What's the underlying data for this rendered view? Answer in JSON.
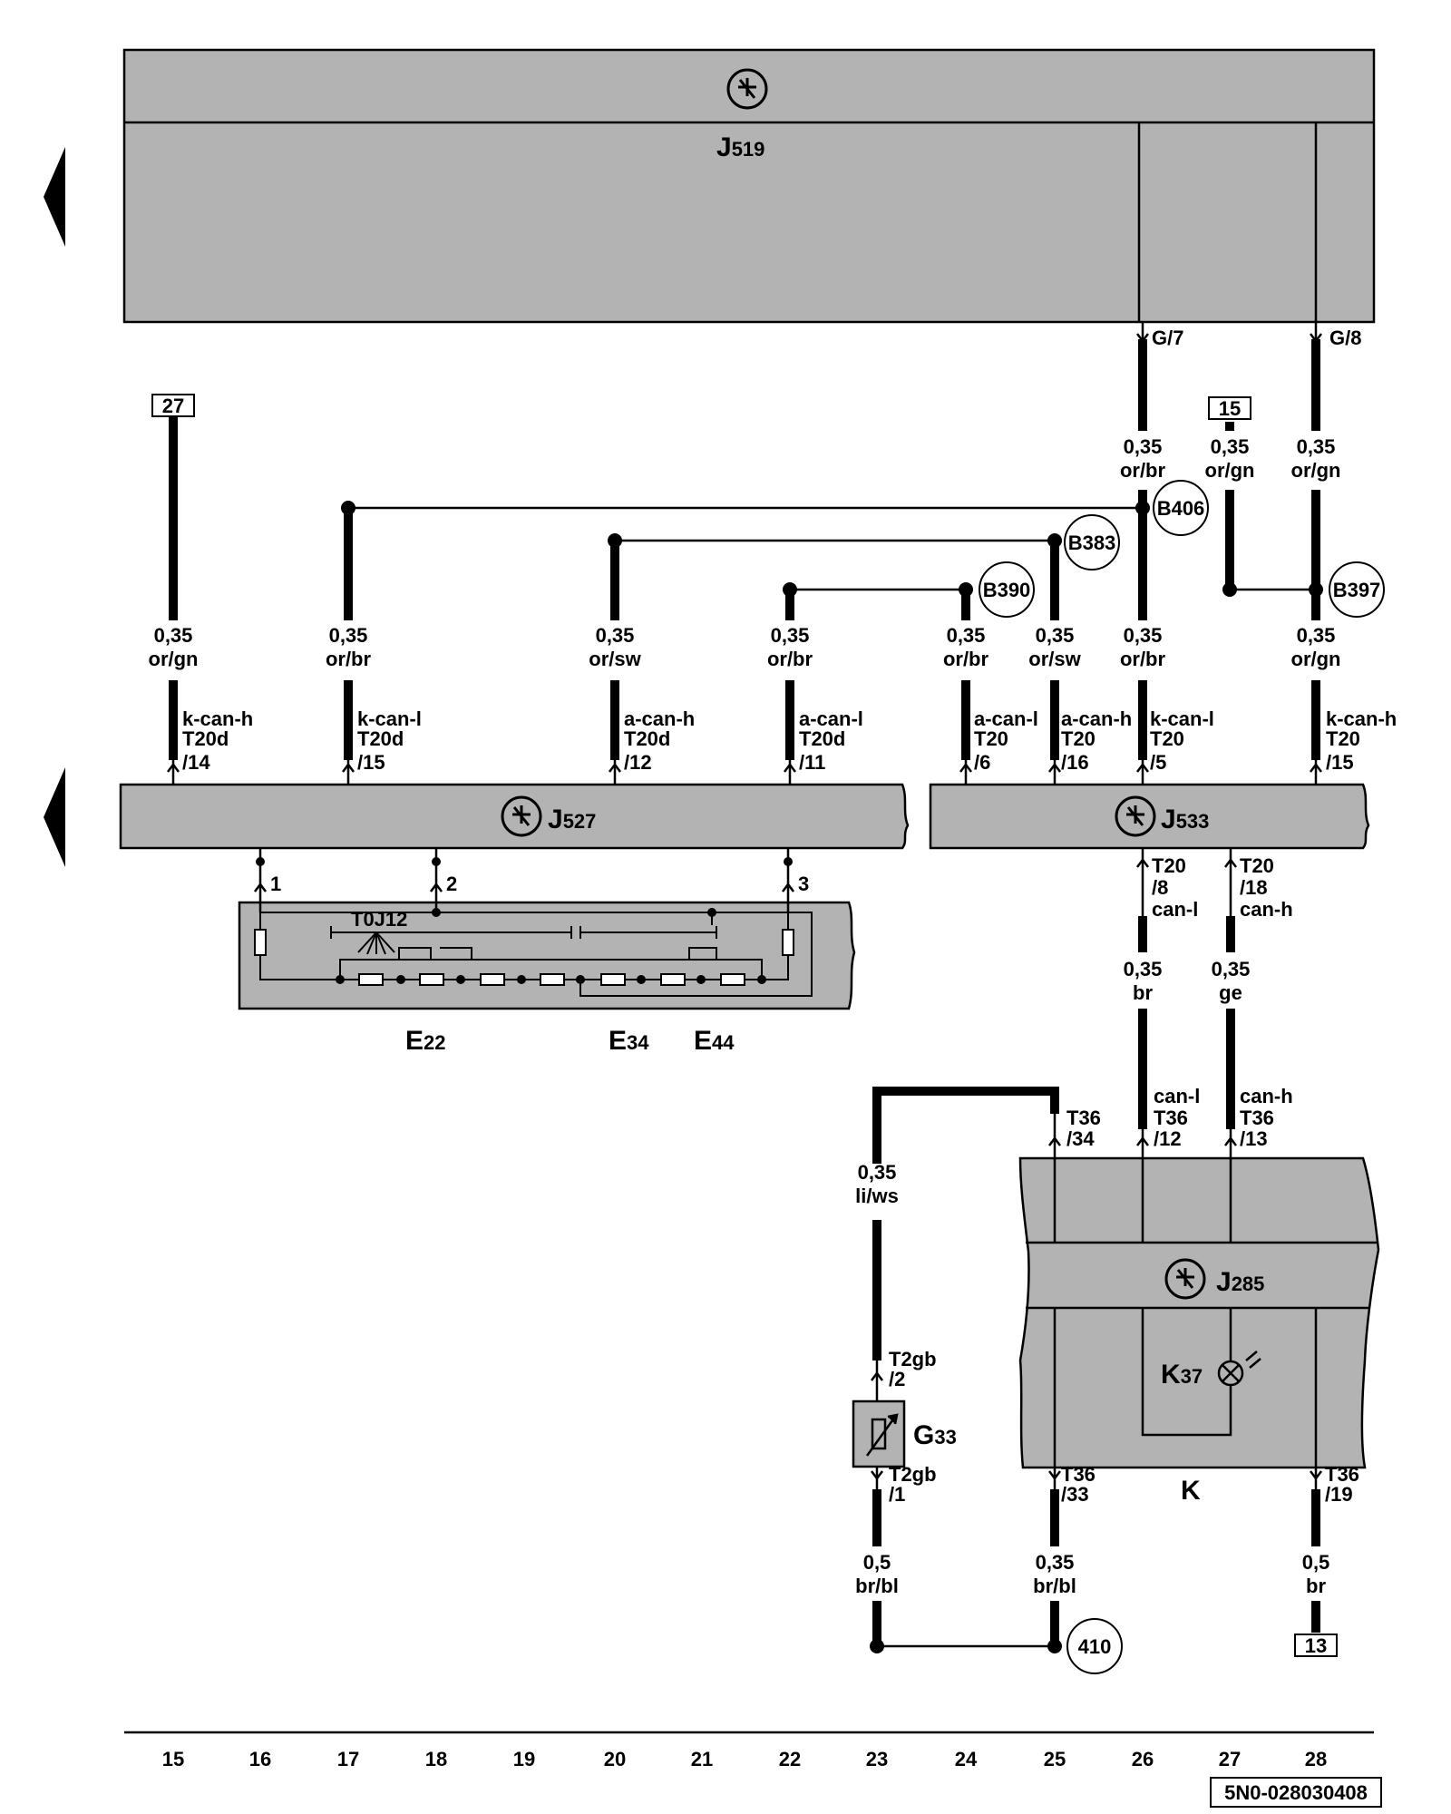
{
  "modules": {
    "j519": {
      "letter": "J",
      "sub": "519"
    },
    "j527": {
      "letter": "J",
      "sub": "527"
    },
    "j533": {
      "letter": "J",
      "sub": "533"
    },
    "j285": {
      "letter": "J",
      "sub": "285"
    },
    "k37": {
      "letter": "K",
      "sub": "37"
    },
    "k": "K",
    "g33": {
      "letter": "G",
      "sub": "33"
    },
    "e22": {
      "letter": "E",
      "sub": "22"
    },
    "e34": {
      "letter": "E",
      "sub": "34"
    },
    "e44": {
      "letter": "E",
      "sub": "44"
    }
  },
  "connector_t0j12": "T0J12",
  "terminals": {
    "t27": "27",
    "t15": "15",
    "t13": "13"
  },
  "splices": {
    "b406": "B406",
    "b383": "B383",
    "b390": "B390",
    "b397": "B397",
    "s410": "410"
  },
  "pins": {
    "g7": "G/7",
    "g8": "G/8",
    "e_pin1": "1",
    "e_pin2": "2",
    "e_pin3": "3"
  },
  "wires": {
    "w1": {
      "size": "0,35",
      "color": "or/gn"
    },
    "w2": {
      "size": "0,35",
      "color": "or/br"
    },
    "w3": {
      "size": "0,35",
      "color": "or/sw"
    },
    "w4": {
      "size": "0,35",
      "color": "or/br"
    },
    "w5": {
      "size": "0,35",
      "color": "or/br"
    },
    "w6": {
      "size": "0,35",
      "color": "or/sw"
    },
    "w7": {
      "size": "0,35",
      "color": "or/br"
    },
    "w8": {
      "size": "0,35",
      "color": "or/gn"
    },
    "w9": {
      "size": "0,35",
      "color": "or/br"
    },
    "w10": {
      "size": "0,35",
      "color": "or/gn"
    },
    "w11": {
      "size": "0,35",
      "color": "or/gn"
    },
    "w12": {
      "size": "0,35",
      "color": "br"
    },
    "w13": {
      "size": "0,35",
      "color": "ge"
    },
    "w14": {
      "size": "0,35",
      "color": "li/ws"
    },
    "w15": {
      "size": "0,5",
      "color": "br/bl"
    },
    "w16": {
      "size": "0,35",
      "color": "br/bl"
    },
    "w17": {
      "size": "0,5",
      "color": "br"
    }
  },
  "connectors": {
    "c1": {
      "sig": "k-can-h",
      "conn": "T20d",
      "pin": "/14"
    },
    "c2": {
      "sig": "k-can-l",
      "conn": "T20d",
      "pin": "/15"
    },
    "c3": {
      "sig": "a-can-h",
      "conn": "T20d",
      "pin": "/12"
    },
    "c4": {
      "sig": "a-can-l",
      "conn": "T20d",
      "pin": "/11"
    },
    "c5": {
      "sig": "a-can-l",
      "conn": "T20",
      "pin": "/6"
    },
    "c6": {
      "sig": "a-can-h",
      "conn": "T20",
      "pin": "/16"
    },
    "c7": {
      "sig": "k-can-l",
      "conn": "T20",
      "pin": "/5"
    },
    "c8": {
      "sig": "k-can-h",
      "conn": "T20",
      "pin": "/15"
    },
    "c9": {
      "conn": "T20",
      "pin": "/8",
      "sig": "can-l"
    },
    "c10": {
      "conn": "T20",
      "pin": "/18",
      "sig": "can-h"
    },
    "c11": {
      "conn": "T36",
      "pin": "/34"
    },
    "c12": {
      "sig": "can-l",
      "conn": "T36",
      "pin": "/12"
    },
    "c13": {
      "sig": "can-h",
      "conn": "T36",
      "pin": "/13"
    },
    "c14": {
      "conn": "T2gb",
      "pin": "/2"
    },
    "c15": {
      "conn": "T2gb",
      "pin": "/1"
    },
    "c16": {
      "conn": "T36",
      "pin": "/33"
    },
    "c17": {
      "conn": "T36",
      "pin": "/19"
    }
  },
  "grid_numbers": [
    "15",
    "16",
    "17",
    "18",
    "19",
    "20",
    "21",
    "22",
    "23",
    "24",
    "25",
    "26",
    "27",
    "28"
  ],
  "doc_id": "5N0-028030408"
}
